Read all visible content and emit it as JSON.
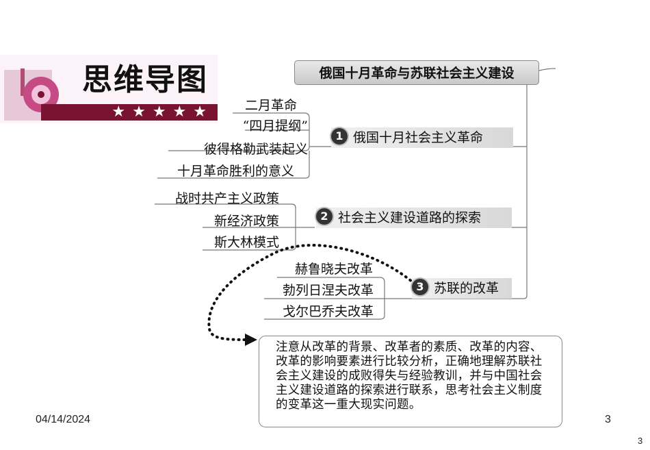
{
  "banner": {
    "title": "思维导图",
    "stars": "★★★★★"
  },
  "mindmap": {
    "root": "俄国十月革命与苏联社会主义建设",
    "branches": [
      {
        "num": "1",
        "label": "俄国十月社会主义革命",
        "leaves": [
          "二月革命",
          "“四月提纲”",
          "彼得格勒武装起义",
          "十月革命胜利的意义"
        ]
      },
      {
        "num": "2",
        "label": "社会主义建设道路的探索",
        "leaves": [
          "战时共产主义政策",
          "新经济政策",
          "斯大林模式"
        ]
      },
      {
        "num": "3",
        "label": "苏联的改革",
        "leaves": [
          "赫鲁晓夫改革",
          "勃列日涅夫改革",
          "戈尔巴乔夫改革"
        ]
      }
    ]
  },
  "note": "注意从改革的背景、改革者的素质、改革的内容、改革的影响要素进行比较分析，正确地理解苏联社会主义建设的成败得失与经验教训，并与中国社会主义建设道路的探索进行联系，思考社会主义制度的变革这一重大现实问题。",
  "footer": {
    "date": "04/14/2024",
    "page": "3",
    "corner_page": "3"
  }
}
